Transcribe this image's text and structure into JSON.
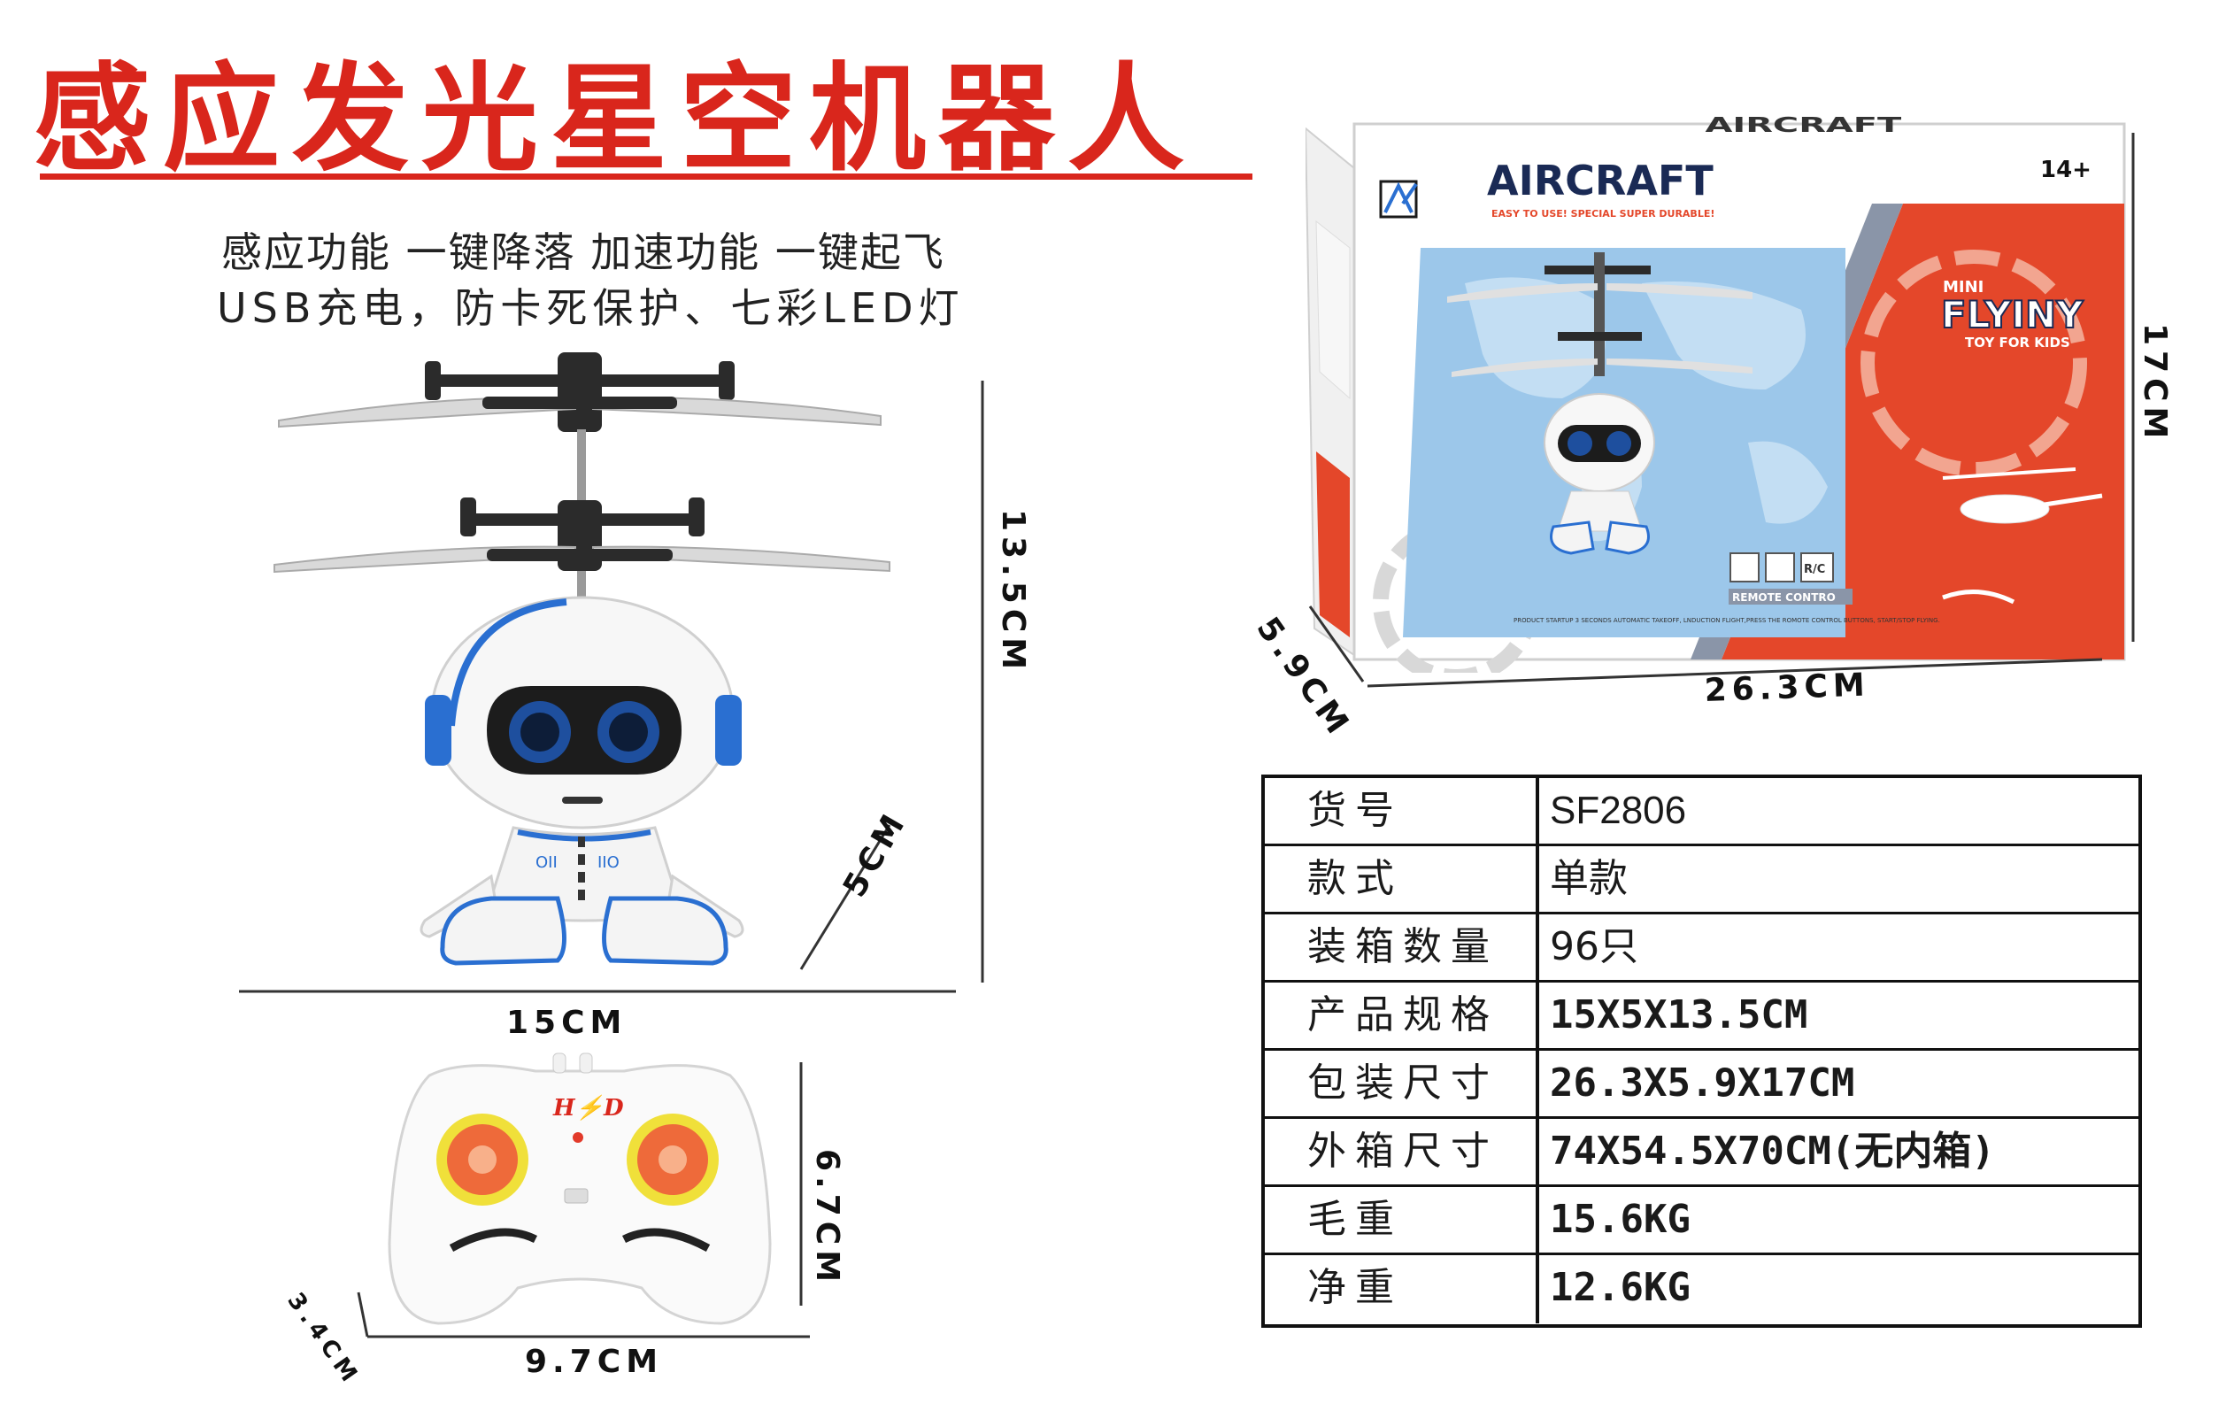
{
  "title": "感应发光星空机器人",
  "features": {
    "line1": "感应功能   一键降落   加速功能  一键起飞",
    "line2": "USB充电，防卡死保护、七彩LED灯"
  },
  "dimensions": {
    "robot_width": "15CM",
    "robot_height": "13.5CM",
    "robot_depth": "5CM",
    "remote_width": "9.7CM",
    "remote_height": "6.7CM",
    "remote_depth": "3.4CM",
    "box_width": "26.3CM",
    "box_height": "17CM",
    "box_depth": "5.9CM"
  },
  "remote": {
    "logo": "H⚡D"
  },
  "package": {
    "brand": "AIRCRAFT",
    "slogan": "EASY TO USE!  SPECIAL SUPER DURABLE!",
    "age": "14+",
    "mini": "MINI",
    "product_name": "FLYINY",
    "subtitle": "TOY FOR KIDS",
    "rc_label": "R/C",
    "remote_label": "REMOTE CONTRO",
    "instructions": "PRODUCT STARTUP 3 SECONDS AUTOMATIC TAKEOFF, LNDUCTION FLIGHT,PRESS THE ROMOTE CONTROL BUTTONS, START/STOP FLYING.",
    "top_flap": "AIRCRAFT"
  },
  "specs": [
    {
      "label": "货号",
      "value": "SF2806"
    },
    {
      "label": "款式",
      "value": "单款"
    },
    {
      "label": "装箱数量",
      "value": "96只"
    },
    {
      "label": "产品规格",
      "value": "15X5X13.5CM"
    },
    {
      "label": "包装尺寸",
      "value": "26.3X5.9X17CM"
    },
    {
      "label": "外箱尺寸",
      "value": "74X54.5X70CM(无内箱)"
    },
    {
      "label": "毛重",
      "value": "15.6KG"
    },
    {
      "label": "净重",
      "value": "12.6KG"
    }
  ],
  "colors": {
    "title_red": "#d9261c",
    "box_orange": "#e4472a",
    "robot_blue": "#2a6fd1",
    "map_blue": "#9cc7ea",
    "remote_orange": "#ee6a3a",
    "remote_yellow": "#f0e03a"
  }
}
